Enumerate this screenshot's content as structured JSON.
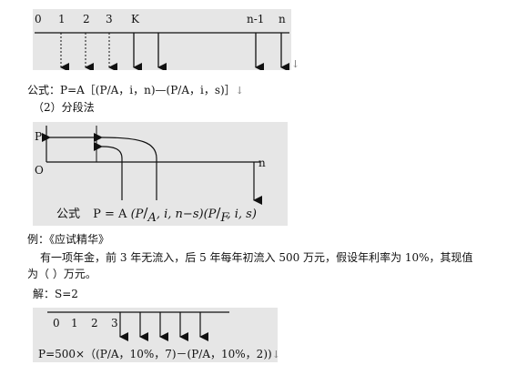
{
  "diagram1": {
    "ticks": [
      "0",
      "1",
      "2",
      "3",
      "K",
      "n-1",
      "n"
    ],
    "end_mark": "↓"
  },
  "formula1": {
    "label": "公式：",
    "text": "P=A［(P/A，i，n)—(P/A，i，s)］",
    "end_mark": "↓"
  },
  "section2": {
    "heading": "（2）分段法"
  },
  "diagram2": {
    "p_label": "P",
    "o_label": "O",
    "n_label": "n",
    "formula_label": "公式",
    "formula_lhs": "P = A",
    "formula_part1_num": "(P",
    "formula_part1_den": "A",
    "formula_part1_args": ", i, n−s)",
    "formula_part2_num": "(P",
    "formula_part2_den": "F",
    "formula_part2_args": ", i, s)"
  },
  "example": {
    "title": "例：《应试精华》",
    "body_line1": "有一项年金，前 3 年无流入，后 5 年每年初流入 500 万元，假设年利率为 10%，其现值",
    "body_line2": "为（ ）万元。",
    "solution": "解：S=2"
  },
  "diagram3": {
    "ticks": [
      "0",
      "1",
      "2",
      "3"
    ]
  },
  "formula3": {
    "text": "P=500×（(P/A，10%，7)－(P/A，10%，2))",
    "end_mark": "↓"
  }
}
